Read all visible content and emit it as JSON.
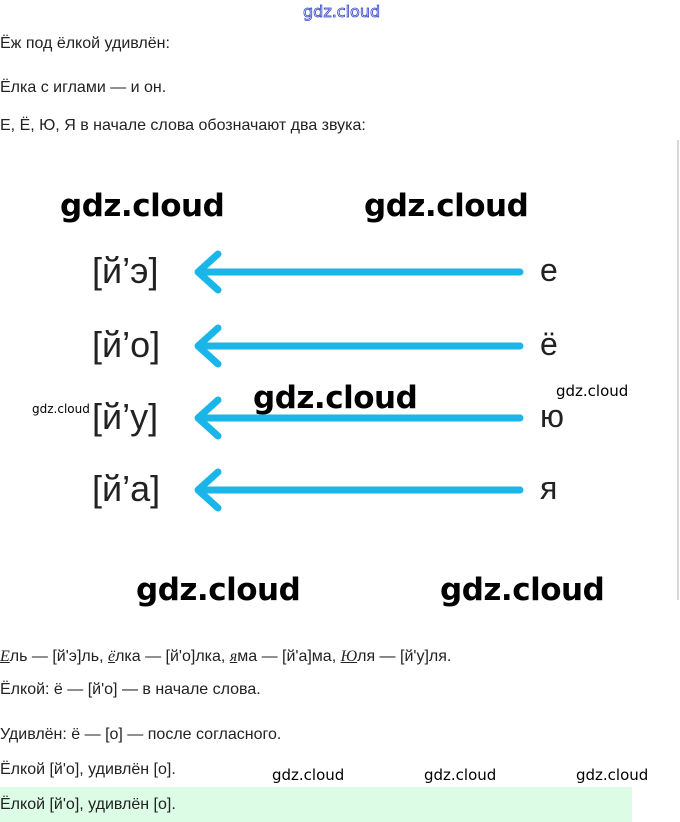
{
  "watermark_top": "gdz.cloud",
  "watermark": "gdz.cloud",
  "lines": [
    "Ёж под ёлкой удивлён:",
    "Ёлка с иглами — и он.",
    "Е, Ё, Ю, Я в начале слова обозначают два звука:"
  ],
  "diagram": {
    "rows": [
      {
        "sound": "[й’э]",
        "letter": "е"
      },
      {
        "sound": "[й’о]",
        "letter": "ё"
      },
      {
        "sound": "[й’у]",
        "letter": "ю"
      },
      {
        "sound": "[й’а]",
        "letter": "я"
      }
    ],
    "arrow_color": "#1ab6ea"
  },
  "examples": [
    {
      "u": "Е",
      "rest": "ль — [й'э]ль, "
    },
    {
      "u": "ё",
      "rest": "лка — [й'о]лка, "
    },
    {
      "u": "я",
      "rest": "ма — [й'а]ма, "
    },
    {
      "u": "Ю",
      "rest": "ля — [й'у]ля."
    }
  ],
  "after": [
    "Ёлкой: ё — [й'о] — в начале слова.",
    "Удивлён: ё — [о] — после согласного.",
    "Ёлкой [й'о], удивлён [о]."
  ],
  "answer": "Ёлкой [й'о], удивлён [о].",
  "answer_bg": "#dcfce5"
}
